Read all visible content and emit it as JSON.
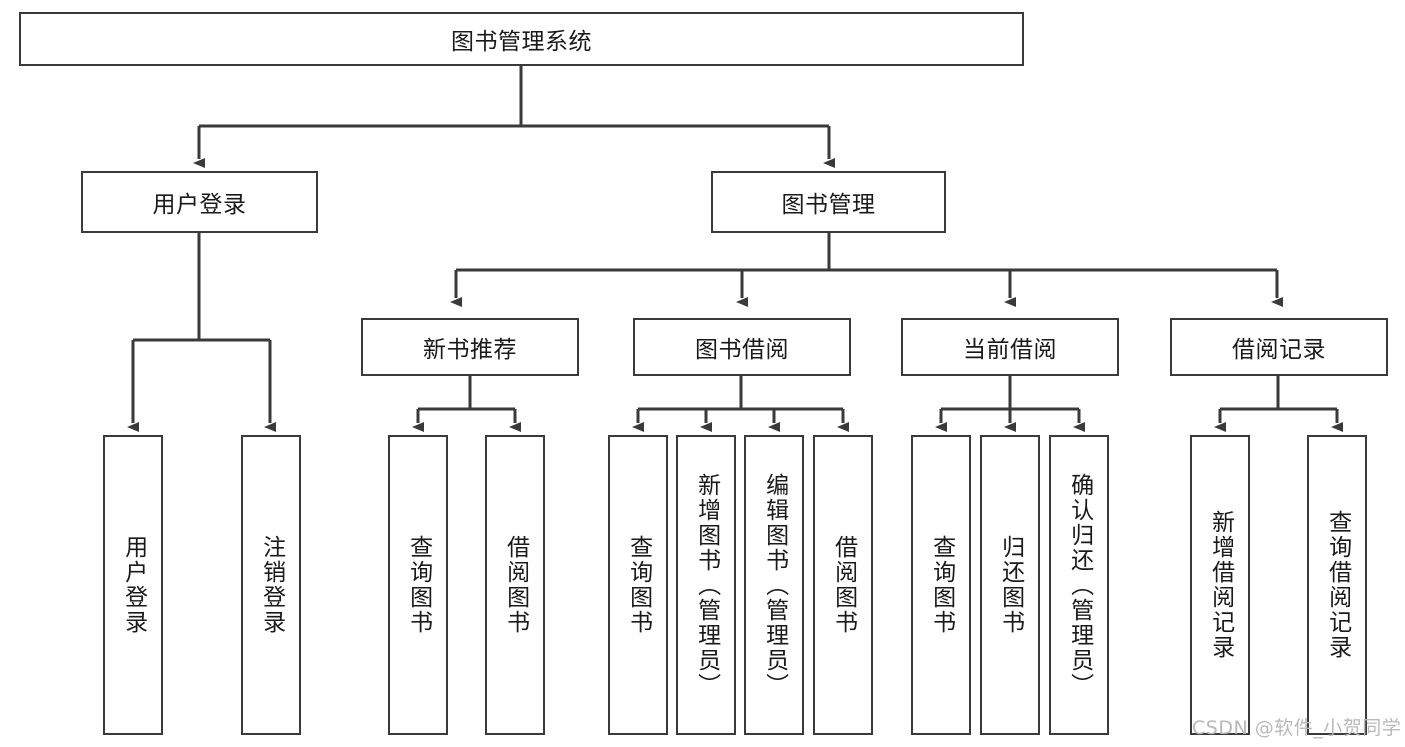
{
  "diagram": {
    "title": "图书管理系统",
    "type": "hierarchy-tree",
    "watermark": "CSDN @软件_小贺同学",
    "colors": {
      "border": "#3a3a3a",
      "background": "#ffffff",
      "text": "#1a1a1a",
      "watermark": "#b9b9b9"
    },
    "levels": {
      "root": {
        "label": "图书管理系统"
      },
      "level2": [
        {
          "label": "用户登录"
        },
        {
          "label": "图书管理"
        }
      ],
      "level3": [
        {
          "label": "新书推荐"
        },
        {
          "label": "图书借阅"
        },
        {
          "label": "当前借阅"
        },
        {
          "label": "借阅记录"
        }
      ],
      "leaves": {
        "user_login": [
          {
            "label": "用户登录"
          },
          {
            "label": "注销登录"
          }
        ],
        "new_book_recommend": [
          {
            "label": "查询图书"
          },
          {
            "label": "借阅图书"
          }
        ],
        "book_borrow": [
          {
            "label": "查询图书"
          },
          {
            "label": "新增图书（管理员）"
          },
          {
            "label": "编辑图书（管理员）"
          },
          {
            "label": "借阅图书"
          }
        ],
        "current_borrow": [
          {
            "label": "查询图书"
          },
          {
            "label": "归还图书"
          },
          {
            "label": "确认归还（管理员）"
          }
        ],
        "borrow_record": [
          {
            "label": "新增借阅记录"
          },
          {
            "label": "查询借阅记录"
          }
        ]
      }
    }
  }
}
